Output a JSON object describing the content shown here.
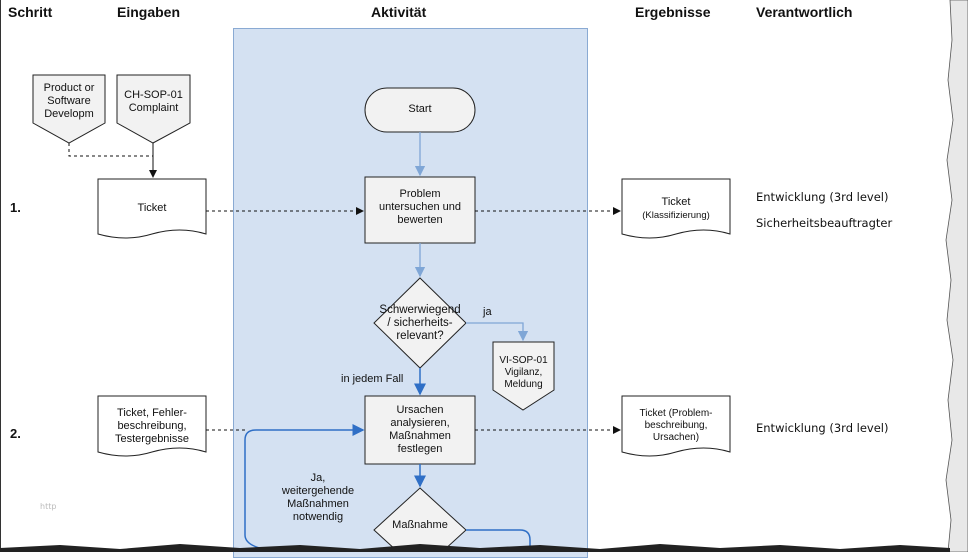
{
  "headers": {
    "step": "Schritt",
    "inputs": "Eingaben",
    "activity": "Aktivität",
    "results": "Ergebnisse",
    "responsible": "Verantwortlich"
  },
  "steps": {
    "one": "1.",
    "two": "2."
  },
  "inputs": {
    "doc1": [
      "Product or",
      "Software",
      "Developm"
    ],
    "doc2": [
      "CH-SOP-01",
      "Complaint"
    ],
    "ticket": "Ticket",
    "ticket2": [
      "Ticket, Fehler-",
      "beschreibung,",
      "Testergebnisse"
    ]
  },
  "activity": {
    "start": "Start",
    "problem": [
      "Problem",
      "untersuchen und",
      "bewerten"
    ],
    "decision1": [
      "Schwerwiegend",
      "/ sicherheits-",
      "relevant?"
    ],
    "yes_label": "ja",
    "vigilanz": [
      "VI-SOP-01",
      "Vigilanz,",
      "Meldung"
    ],
    "always_label": "in jedem Fall",
    "analyse": [
      "Ursachen",
      "analysieren,",
      "Maßnahmen",
      "festlegen"
    ],
    "further_label": [
      "Ja,",
      "weitergehende",
      "Maßnahmen",
      "notwendig"
    ],
    "decision2": "Maßnahme"
  },
  "results": {
    "ticket1": [
      "Ticket",
      "(Klassifizierung)"
    ],
    "ticket2": [
      "Ticket (Problem-",
      "beschreibung,",
      "Ursachen)"
    ]
  },
  "responsible": {
    "step1_a": "Entwicklung (3rd level)",
    "step1_b": "Sicherheitsbeauftragter",
    "step2": "Entwicklung (3rd level)"
  },
  "watermark": "http",
  "colors": {
    "lane_fill": "#d4e1f2",
    "shape_fill": "#f2f2f2",
    "flow_arrow": "#7fa6d6",
    "loop_arrow": "#2f6fc6"
  }
}
